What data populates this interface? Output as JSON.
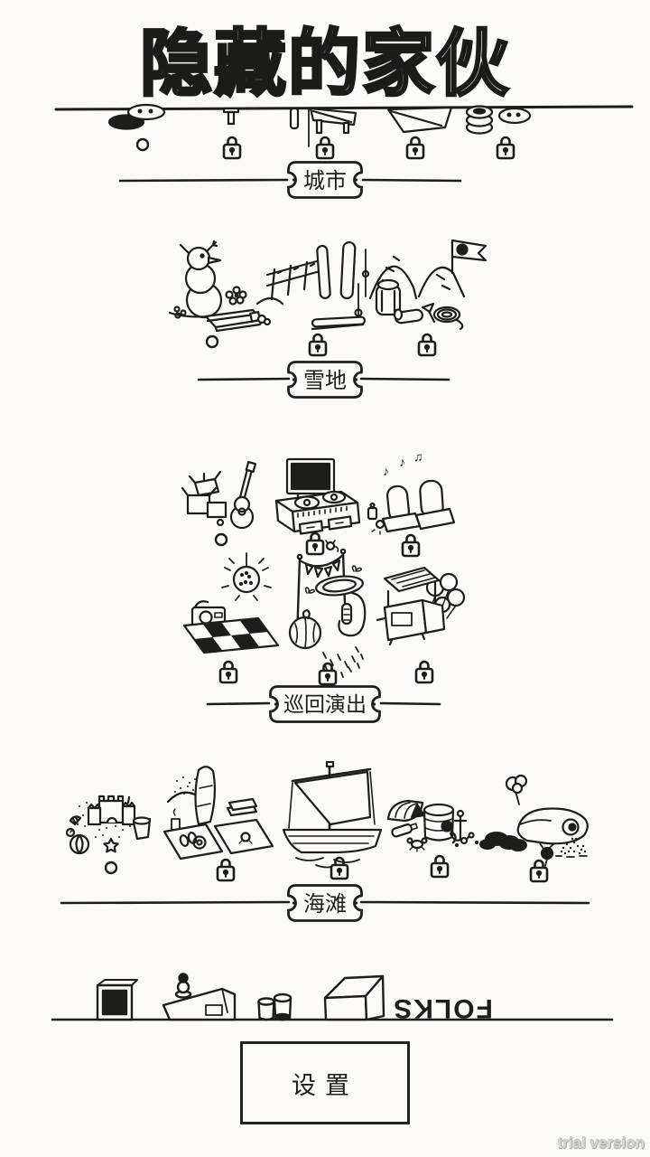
{
  "app": {
    "title": "隐藏的家伙",
    "watermark": "trial version"
  },
  "settings_button": {
    "label": "设置"
  },
  "sections": [
    {
      "id": "city",
      "label": "城市",
      "levels": [
        {
          "name": "manhole",
          "locked": false
        },
        {
          "name": "street-sign",
          "locked": true
        },
        {
          "name": "billboard",
          "locked": true
        },
        {
          "name": "ramp",
          "locked": true
        },
        {
          "name": "tire-stack",
          "locked": true
        }
      ]
    },
    {
      "id": "snow",
      "label": "雪地",
      "levels": [
        {
          "name": "snowman",
          "locked": false
        },
        {
          "name": "ski-fence",
          "locked": true
        },
        {
          "name": "mountain-camp",
          "locked": true
        }
      ]
    },
    {
      "id": "tour",
      "label": "巡回演出",
      "levels": [
        {
          "name": "boxes-guitar",
          "locked": false
        },
        {
          "name": "dj-booth",
          "locked": true
        },
        {
          "name": "concert-seats",
          "locked": true
        },
        {
          "name": "picnic-disco",
          "locked": true
        },
        {
          "name": "stage-tent",
          "locked": true
        },
        {
          "name": "food-stand",
          "locked": true
        }
      ]
    },
    {
      "id": "beach",
      "label": "海滩",
      "levels": [
        {
          "name": "sandcastle",
          "locked": false
        },
        {
          "name": "beach-towels",
          "locked": true
        },
        {
          "name": "sailboat",
          "locked": true
        },
        {
          "name": "barrel-chest",
          "locked": true
        },
        {
          "name": "whale",
          "locked": true
        }
      ]
    }
  ],
  "bottom_preview": {
    "letters": "FOLKS"
  },
  "decor": {
    "music_notes": [
      "♪",
      "♪",
      "♫"
    ]
  },
  "colors": {
    "ink": "#1d1d1b",
    "paper": "#fbfaf7"
  }
}
